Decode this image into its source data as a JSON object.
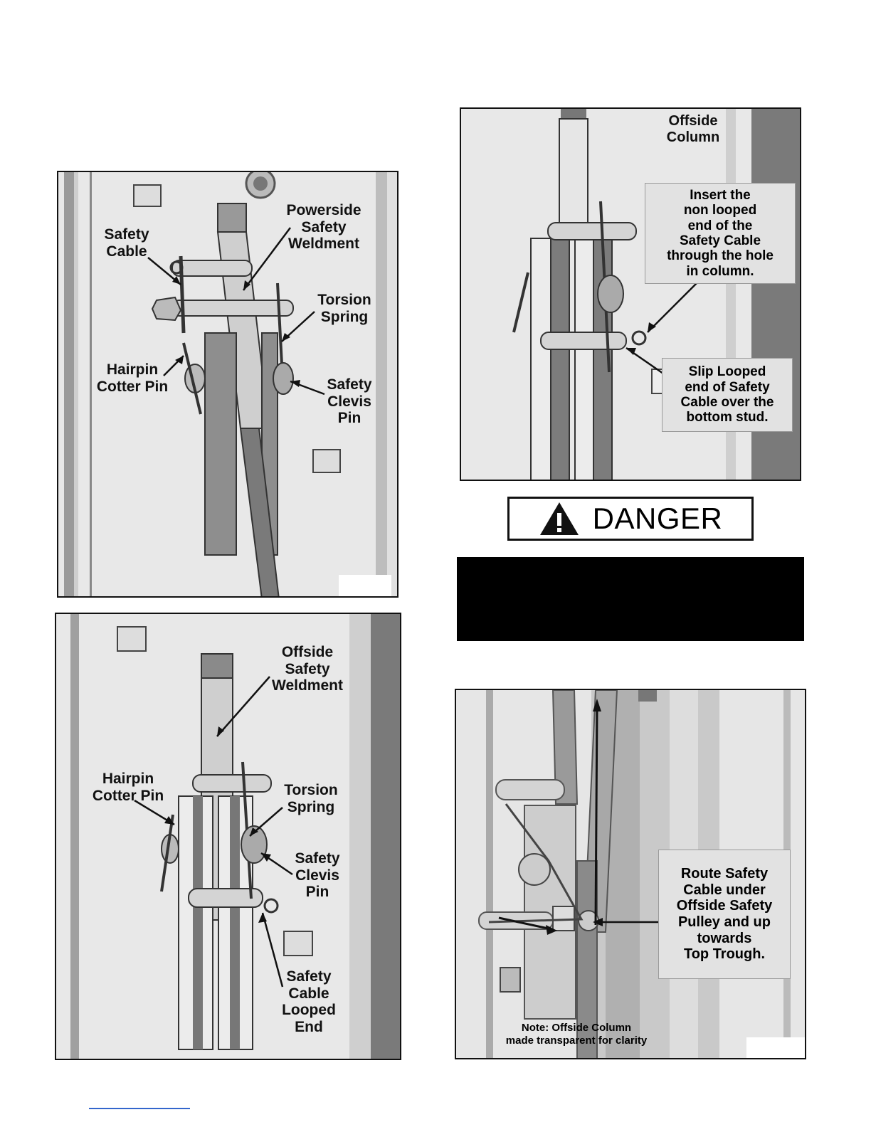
{
  "figure1": {
    "labels": {
      "safety_cable": "Safety\nCable",
      "powerside_weldment": "Powerside\nSafety\nWeldment",
      "torsion_spring": "Torsion\nSpring",
      "hairpin": "Hairpin\nCotter Pin",
      "clevis": "Safety\nClevis\nPin"
    }
  },
  "figure2": {
    "labels": {
      "offside_weldment": "Offside\nSafety\nWeldment",
      "hairpin": "Hairpin\nCotter Pin",
      "torsion_spring": "Torsion\nSpring",
      "clevis": "Safety\nClevis\nPin",
      "looped_end": "Safety\nCable\nLooped\nEnd"
    }
  },
  "figure3": {
    "labels": {
      "offside_column": "Offside\nColumn",
      "insert": "Insert the\nnon looped\nend of the\nSafety Cable\nthrough the hole\nin column.",
      "slip": "Slip Looped\nend of Safety\nCable over the\nbottom stud."
    }
  },
  "danger": {
    "label": "DANGER"
  },
  "figure4": {
    "labels": {
      "route": "Route Safety\nCable under\nOffside Safety\nPulley and up\ntowards\nTop Trough."
    },
    "note": "Note: Offside Column\nmade transparent for clarity"
  }
}
